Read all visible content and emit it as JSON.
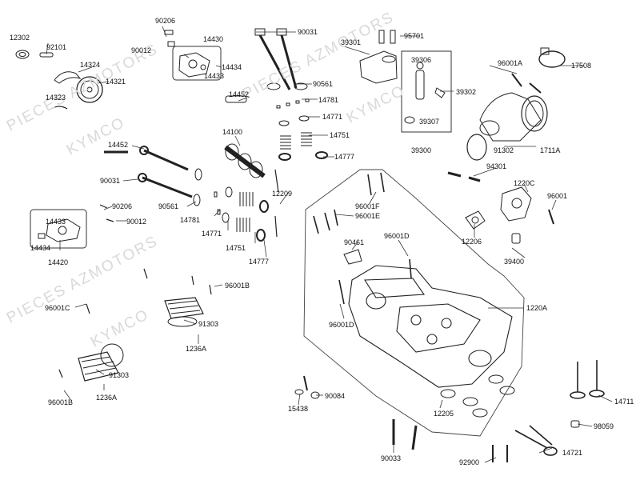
{
  "watermarks": [
    "PIECES AZMOTORS",
    "KYMCO",
    "PIECES AZMOTORS",
    "KYMCO",
    "PIECES AZMOTORS",
    "KYMCO"
  ],
  "labels": {
    "p12302": "12302",
    "p92101": "92101",
    "p90206a": "90206",
    "p90012a": "90012",
    "p14430": "14430",
    "p90031a": "90031",
    "p95701": "95701",
    "p39301": "39301",
    "p96001A": "96001A",
    "p17508": "17508",
    "p14324": "14324",
    "p14321": "14321",
    "p14434a": "14434",
    "p14433a": "14433",
    "p39306": "39306",
    "p90561a": "90561",
    "p14452a": "14452",
    "p14781a": "14781",
    "p39302": "39302",
    "p14323": "14323",
    "p14771a": "14771",
    "p14100": "14100",
    "p14751a": "14751",
    "p39307": "39307",
    "p39300": "39300",
    "p91302": "91302",
    "p1711A": "1711A",
    "p14452b": "14452",
    "p14777a": "14777",
    "p94301": "94301",
    "p90031b": "90031",
    "p12209": "12209",
    "p1220C": "1220C",
    "p96001F": "96001F",
    "p96001E": "96001E",
    "p96001": "96001",
    "p90206b": "90206",
    "p90561b": "90561",
    "p14781b": "14781",
    "p90012b": "90012",
    "p14433b": "14433",
    "p14434b": "14434",
    "p14771b": "14771",
    "p90461": "90461",
    "p96001Da": "96001D",
    "p12206": "12206",
    "p14751b": "14751",
    "p14777b": "14777",
    "p39400": "39400",
    "p14420": "14420",
    "p96001B": "96001B",
    "p96001C": "96001C",
    "p1220A": "1220A",
    "p91303a": "91303",
    "p96001Db": "96001D",
    "p1236Aa": "1236A",
    "p91303b": "91303",
    "p96001Bb": "96001B",
    "p1236Ab": "1236A",
    "p15438": "15438",
    "p90084": "90084",
    "p12205": "12205",
    "p14711": "14711",
    "p98059": "98059",
    "p90033": "90033",
    "p14721": "14721",
    "p92900": "92900"
  }
}
